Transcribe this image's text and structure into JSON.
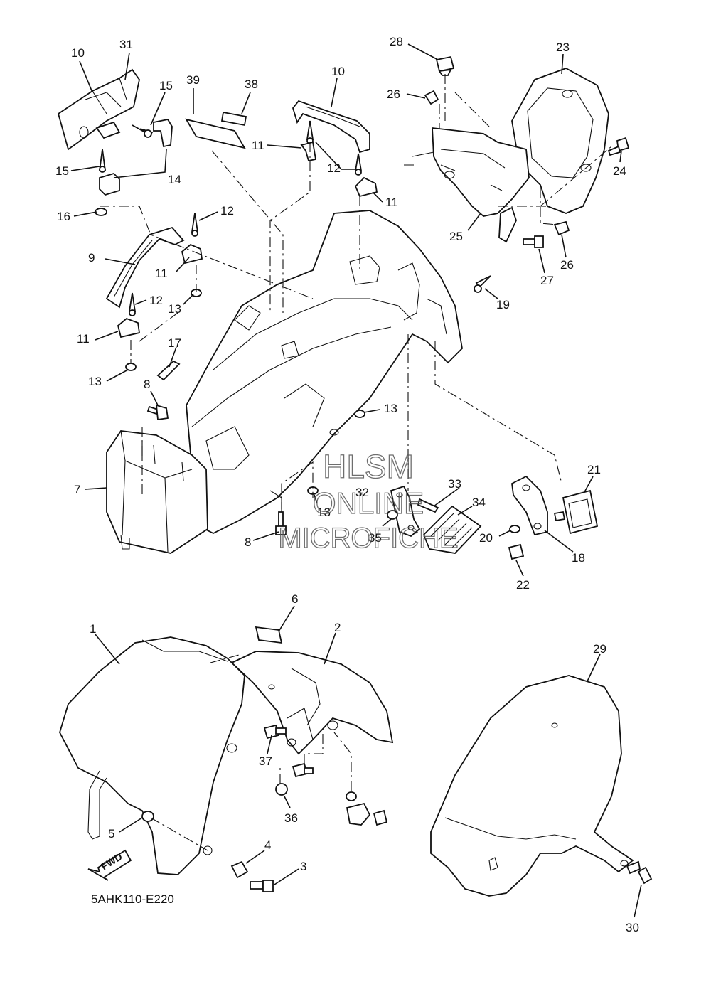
{
  "diagram_code": "5AHK110-E220",
  "fwd_label": "FWD",
  "watermark": [
    "HLSM",
    "ONLINE",
    "MICROFICHE"
  ],
  "callouts": [
    {
      "id": "c10a",
      "text": "10"
    },
    {
      "id": "c31",
      "text": "31"
    },
    {
      "id": "c15a",
      "text": "15"
    },
    {
      "id": "c15b",
      "text": "15"
    },
    {
      "id": "c14",
      "text": "14"
    },
    {
      "id": "c16",
      "text": "16"
    },
    {
      "id": "c39",
      "text": "39"
    },
    {
      "id": "c38",
      "text": "38"
    },
    {
      "id": "c10b",
      "text": "10"
    },
    {
      "id": "c11a",
      "text": "11"
    },
    {
      "id": "c12a",
      "text": "12"
    },
    {
      "id": "c11b",
      "text": "11"
    },
    {
      "id": "c12b",
      "text": "12"
    },
    {
      "id": "c9",
      "text": "9"
    },
    {
      "id": "c11c",
      "text": "11"
    },
    {
      "id": "c12c",
      "text": "12"
    },
    {
      "id": "c13a",
      "text": "13"
    },
    {
      "id": "c11d",
      "text": "11"
    },
    {
      "id": "c13b",
      "text": "13"
    },
    {
      "id": "c17",
      "text": "17"
    },
    {
      "id": "c8a",
      "text": "8"
    },
    {
      "id": "c13c",
      "text": "13"
    },
    {
      "id": "c7",
      "text": "7"
    },
    {
      "id": "c13d",
      "text": "13"
    },
    {
      "id": "c8b",
      "text": "8"
    },
    {
      "id": "c28",
      "text": "28"
    },
    {
      "id": "c23",
      "text": "23"
    },
    {
      "id": "c26a",
      "text": "26"
    },
    {
      "id": "c24",
      "text": "24"
    },
    {
      "id": "c25",
      "text": "25"
    },
    {
      "id": "c26b",
      "text": "26"
    },
    {
      "id": "c27",
      "text": "27"
    },
    {
      "id": "c19",
      "text": "19"
    },
    {
      "id": "c33",
      "text": "33"
    },
    {
      "id": "c32",
      "text": "32"
    },
    {
      "id": "c34",
      "text": "34"
    },
    {
      "id": "c35",
      "text": "35"
    },
    {
      "id": "c21",
      "text": "21"
    },
    {
      "id": "c20",
      "text": "20"
    },
    {
      "id": "c18",
      "text": "18"
    },
    {
      "id": "c22",
      "text": "22"
    },
    {
      "id": "c6",
      "text": "6"
    },
    {
      "id": "c1",
      "text": "1"
    },
    {
      "id": "c2",
      "text": "2"
    },
    {
      "id": "c37",
      "text": "37"
    },
    {
      "id": "c36",
      "text": "36"
    },
    {
      "id": "c5",
      "text": "5"
    },
    {
      "id": "c4",
      "text": "4"
    },
    {
      "id": "c3",
      "text": "3"
    },
    {
      "id": "c29",
      "text": "29"
    },
    {
      "id": "c30",
      "text": "30"
    }
  ]
}
